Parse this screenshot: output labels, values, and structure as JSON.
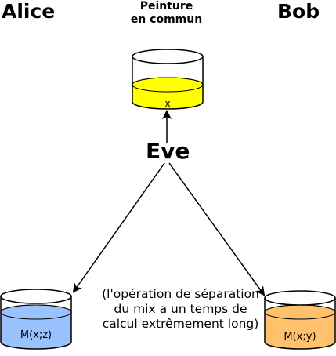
{
  "parties": {
    "alice": "Alice",
    "bob": "Bob",
    "eve": "Eve"
  },
  "shared_paint": {
    "line1": "Peinture",
    "line2": "en commun"
  },
  "pots": {
    "common": {
      "label": "x",
      "color": "#ffff00"
    },
    "alice": {
      "label": "M(x;z)",
      "color": "#99c2ff"
    },
    "bob": {
      "label": "M(x;y)",
      "color": "#ffc16b"
    }
  },
  "note": "(l'opération de séparation du mix a un temps de calcul extrêmement long)"
}
